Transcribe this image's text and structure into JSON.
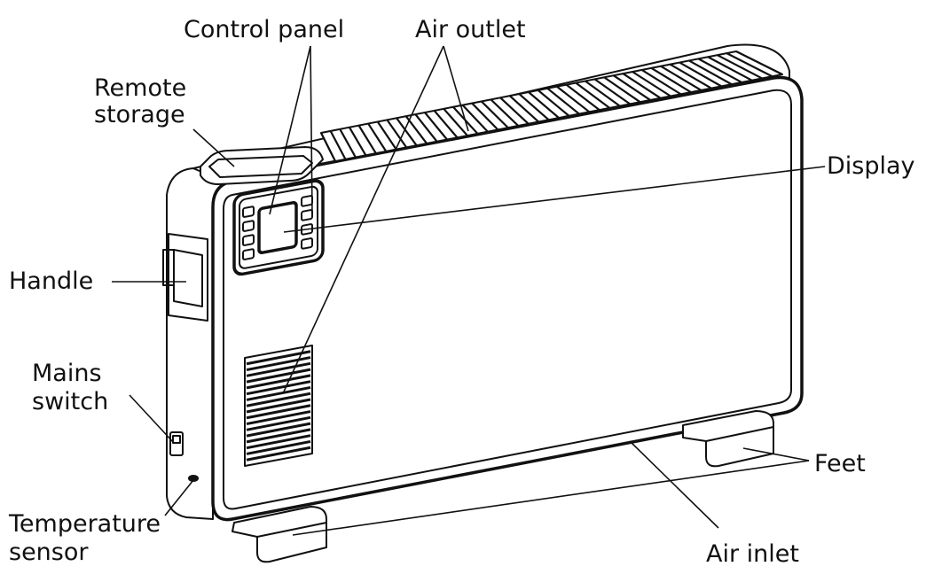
{
  "labels": {
    "control_panel": "Control panel",
    "air_outlet": "Air outlet",
    "remote_storage_line1": "Remote",
    "remote_storage_line2": "storage",
    "display": "Display",
    "handle": "Handle",
    "mains_switch_line1": "Mains",
    "mains_switch_line2": "switch",
    "temperature_sensor_line1": "Temperature",
    "temperature_sensor_line2": "sensor",
    "feet": "Feet",
    "air_inlet": "Air inlet"
  }
}
